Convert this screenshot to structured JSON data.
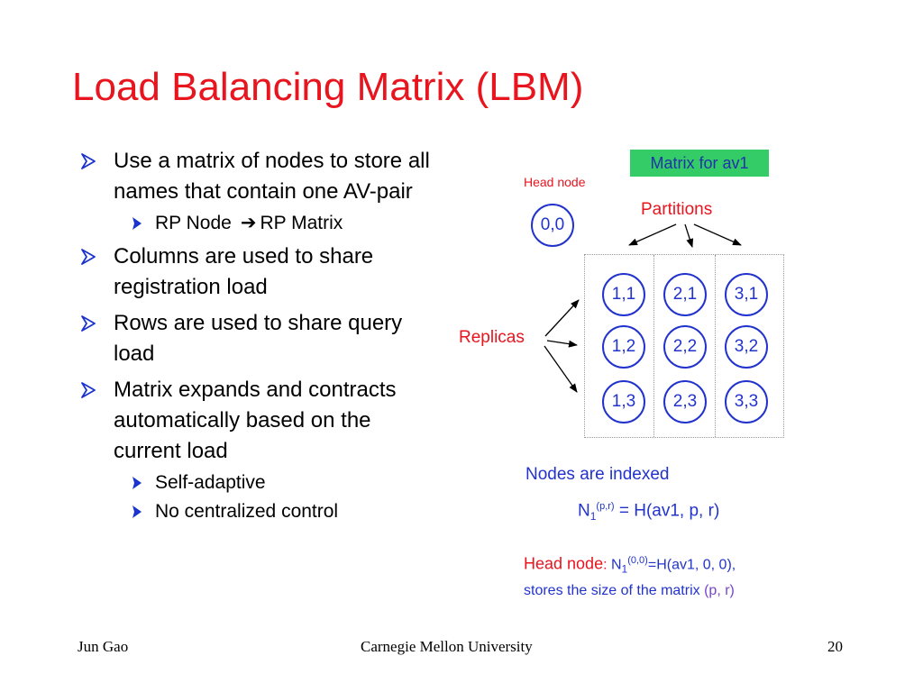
{
  "title": "Load Balancing Matrix (LBM)",
  "bullets": [
    {
      "text": "Use a matrix of nodes to store all names that contain one AV-pair",
      "sub": [
        {
          "left": "RP Node",
          "arrow": "➔",
          "right": "RP Matrix"
        }
      ]
    },
    {
      "text": "Columns are used to share registration load",
      "sub": []
    },
    {
      "text": "Rows are used to share query load",
      "sub": []
    },
    {
      "text": "Matrix expands and contracts automatically based on the current load",
      "sub": [
        {
          "text": "Self-adaptive"
        },
        {
          "text": "No centralized control"
        }
      ]
    }
  ],
  "diagram": {
    "matrix_label": "Matrix for av1",
    "head_node_label": "Head node",
    "head_node": "0,0",
    "partitions_label": "Partitions",
    "replicas_label": "Replicas",
    "nodes": [
      [
        "1,1",
        "2,1",
        "3,1"
      ],
      [
        "1,2",
        "2,2",
        "3,2"
      ],
      [
        "1,3",
        "2,3",
        "3,3"
      ]
    ],
    "indexed_note": "Nodes are indexed",
    "formula": {
      "n": "N",
      "sub": "1",
      "sup": "(p,r)",
      "rhs": " = H(av1, p, r)"
    },
    "head_desc": {
      "label": "Head node",
      "colon": ":",
      "n": " N",
      "sub": "1",
      "sup": "(0,0)",
      "rhs": "=H(av1, 0, 0),",
      "line2": "stores the size of the matrix",
      "line2_tail": " (p, r)"
    }
  },
  "footer": {
    "left": "Jun Gao",
    "center": "Carnegie Mellon University",
    "right": "20"
  },
  "colors": {
    "title": "#e8141e",
    "accent_blue": "#2233cc",
    "label_red": "#e8141e",
    "green": "#33cc66"
  }
}
